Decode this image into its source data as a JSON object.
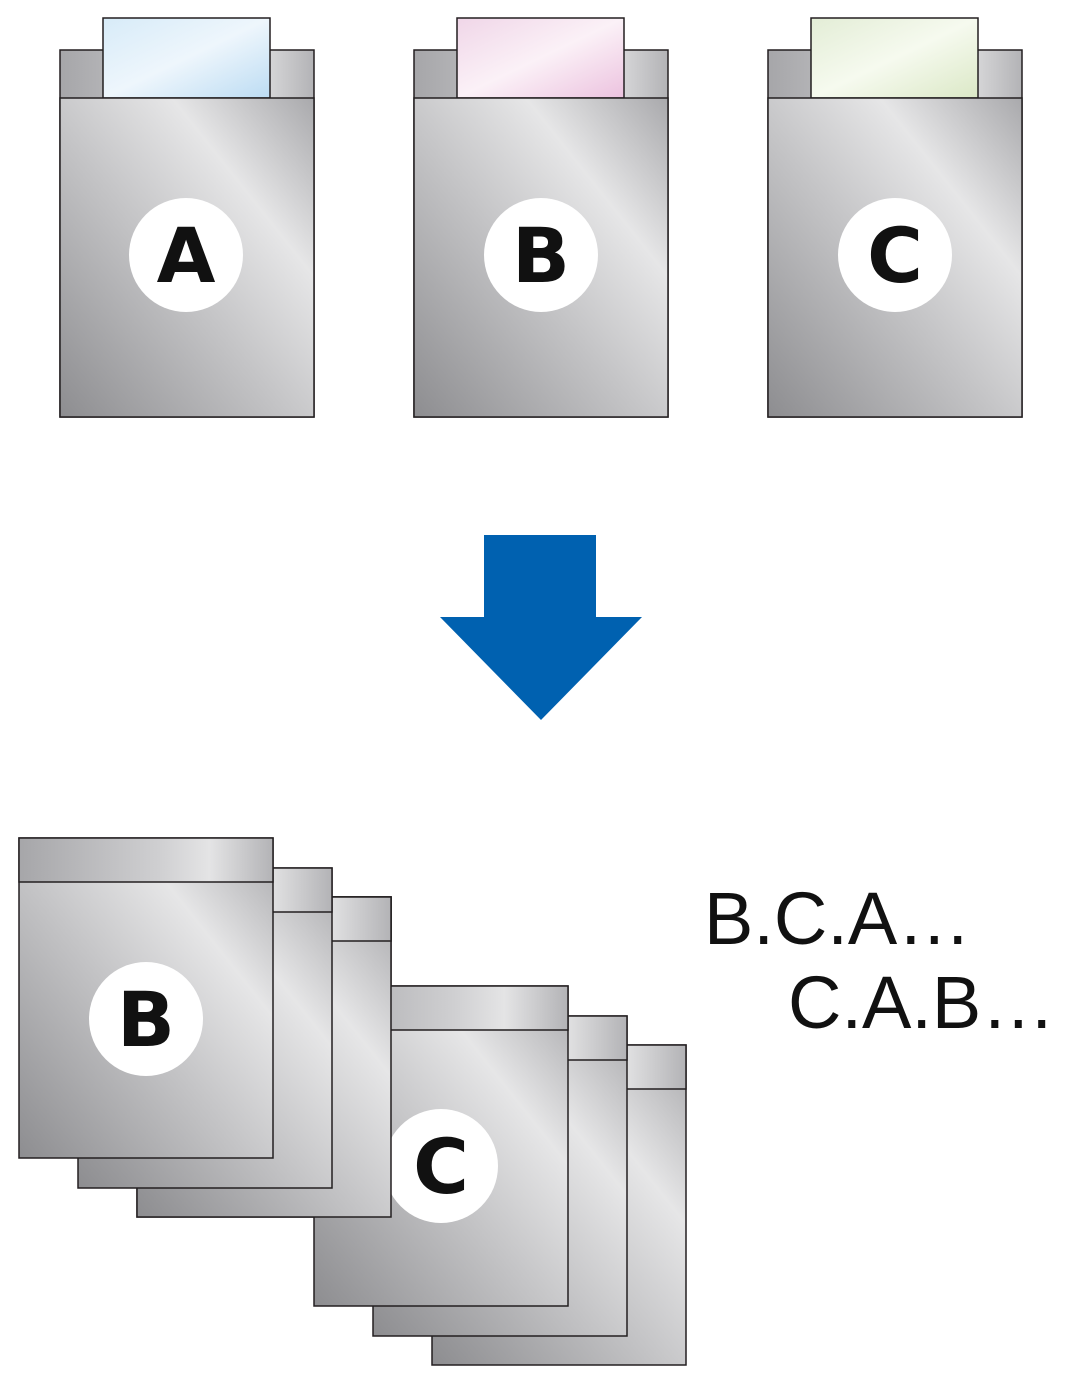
{
  "top_row": {
    "folders": [
      {
        "label": "A",
        "tab_color": "#bcdcf3"
      },
      {
        "label": "B",
        "tab_color": "#ecc2df"
      },
      {
        "label": "C",
        "tab_color": "#dbe8c6"
      }
    ]
  },
  "arrow": {
    "direction": "down",
    "color": "#0061b0"
  },
  "bottom": {
    "stack_front_labels": [
      "B",
      "C"
    ],
    "sequences": [
      "B.C.A…",
      "C.A.B…"
    ]
  },
  "colors": {
    "folder_light": "#e6e6e7",
    "folder_mid": "#c4c4c6",
    "folder_dark": "#8d8d90",
    "outline": "#231f20",
    "badge": "#ffffff"
  }
}
